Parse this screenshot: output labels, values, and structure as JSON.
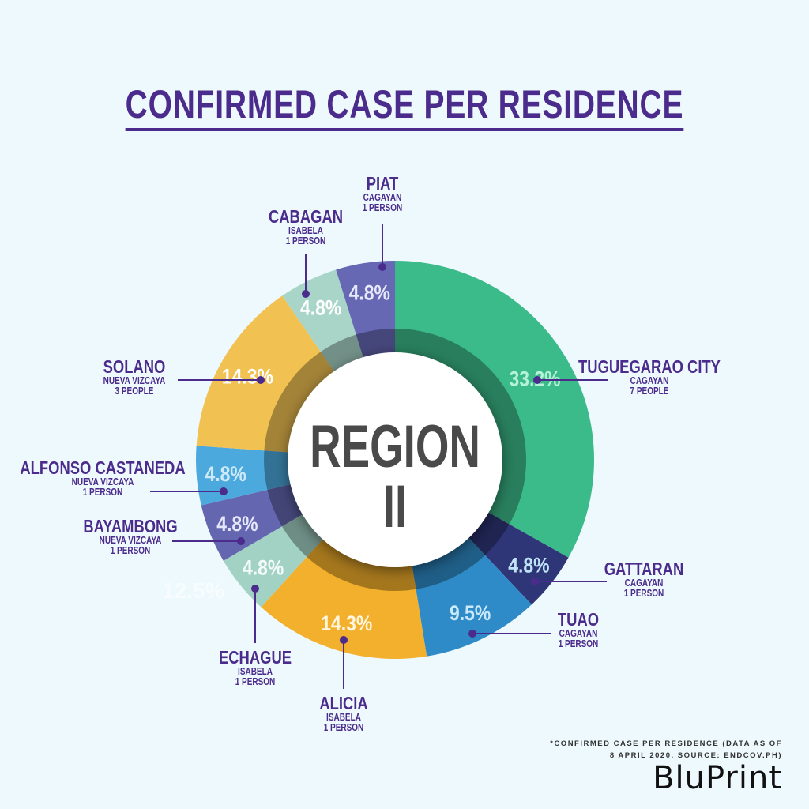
{
  "chart_data": {
    "type": "pie",
    "variant": "donut",
    "title": "CONFIRMED CASE PER RESIDENCE",
    "center_label": [
      "REGION",
      "II"
    ],
    "ghost_label": "12.5%",
    "slices": [
      {
        "name": "TUGUEGARAO CITY",
        "province": "CAGAYAN",
        "count": "7 PEOPLE",
        "percent": 33.2,
        "label": "33.2%",
        "color": "#3bba8a",
        "label_color": "#b5f2d8"
      },
      {
        "name": "GATTARAN",
        "province": "CAGAYAN",
        "count": "1 PERSON",
        "percent": 4.8,
        "label": "4.8%",
        "color": "#2f3678",
        "label_color": "#bfe3f7"
      },
      {
        "name": "TUAO",
        "province": "CAGAYAN",
        "count": "1 PERSON",
        "percent": 9.5,
        "label": "9.5%",
        "color": "#2f8bc8",
        "label_color": "#c9e9fa"
      },
      {
        "name": "ALICIA",
        "province": "ISABELA",
        "count": "1 PERSON",
        "percent": 14.3,
        "label": "14.3%",
        "color": "#f3b02c",
        "label_color": "#fff6e0"
      },
      {
        "name": "ECHAGUE",
        "province": "ISABELA",
        "count": "1 PERSON",
        "percent": 4.8,
        "label": "4.8%",
        "color": "#a2d2c4",
        "label_color": "#f4fbf9"
      },
      {
        "name": "BAYAMBONG",
        "province": "NUEVA VIZCAYA",
        "count": "1 PERSON",
        "percent": 4.8,
        "label": "4.8%",
        "color": "#6466b0",
        "label_color": "#e4e6fa"
      },
      {
        "name": "ALFONSO CASTANEDA",
        "province": "NUEVA VIZCAYA",
        "count": "1 PERSON",
        "percent": 4.8,
        "label": "4.8%",
        "color": "#4ca9dd",
        "label_color": "#cde9f7"
      },
      {
        "name": "SOLANO",
        "province": "NUEVA VIZCAYA",
        "count": "3 PEOPLE",
        "percent": 14.3,
        "label": "14.3%",
        "color": "#f1c152",
        "label_color": "#ffffff"
      },
      {
        "name": "CABAGAN",
        "province": "ISABELA",
        "count": "1 PERSON",
        "percent": 4.8,
        "label": "4.8%",
        "color": "#a8d5c7",
        "label_color": "#ffffff"
      },
      {
        "name": "PIAT",
        "province": "CAGAYAN",
        "count": "1 PERSON",
        "percent": 4.8,
        "label": "4.8%",
        "color": "#6668b4",
        "label_color": "#e6e8fb"
      }
    ],
    "legend": "callouts"
  },
  "footnote": [
    "*CONFIRMED CASE PER RESIDENCE (DATA AS OF",
    "8 APRIL 2020. SOURCE: ENDCOV.PH)"
  ],
  "logo": "BluPrint",
  "colors": {
    "title": "#4b2c8c",
    "background": "#eef9fd",
    "center_text": "#4a4a4a"
  }
}
